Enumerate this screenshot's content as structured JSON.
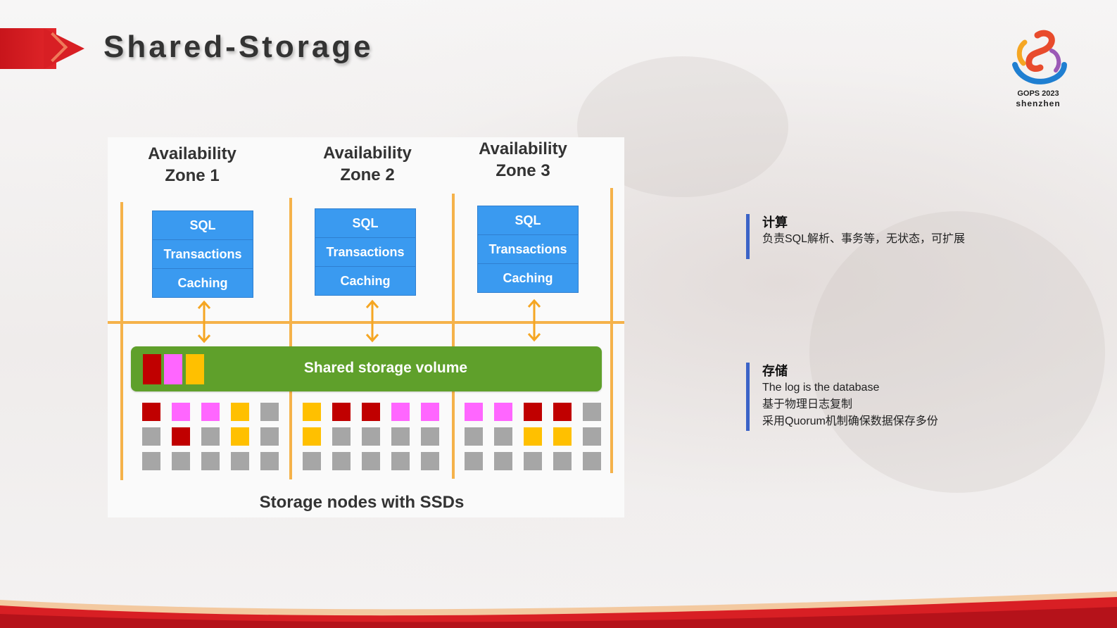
{
  "title": "Shared-Storage",
  "logo": {
    "line1": "GOPS 2023",
    "line2": "shenzhen"
  },
  "diagram": {
    "zones": [
      {
        "label": "Availability\nZone 1",
        "layers": [
          "SQL",
          "Transactions",
          "Caching"
        ]
      },
      {
        "label": "Availability\nZone 2",
        "layers": [
          "SQL",
          "Transactions",
          "Caching"
        ]
      },
      {
        "label": "Availability\nZone 3",
        "layers": [
          "SQL",
          "Transactions",
          "Caching"
        ]
      }
    ],
    "volume_label": "Shared storage volume",
    "volume_blocks": [
      "#c00000",
      "#ff66ff",
      "#ffc000"
    ],
    "storage_label": "Storage nodes with SSDs",
    "colors": {
      "red": "#c00000",
      "pink": "#ff66ff",
      "yellow": "#ffc000",
      "gray": "#a6a6a6"
    },
    "storage_grid": [
      [
        "red",
        "pink",
        "pink",
        "yellow",
        "gray",
        "yellow",
        "red",
        "red",
        "pink",
        "pink",
        "pink",
        "pink",
        "red",
        "red",
        "gray"
      ],
      [
        "gray",
        "red",
        "gray",
        "yellow",
        "gray",
        "yellow",
        "gray",
        "gray",
        "gray",
        "gray",
        "gray",
        "gray",
        "yellow",
        "yellow",
        "gray"
      ],
      [
        "gray",
        "gray",
        "gray",
        "gray",
        "gray",
        "gray",
        "gray",
        "gray",
        "gray",
        "gray",
        "gray",
        "gray",
        "gray",
        "gray",
        "gray"
      ]
    ]
  },
  "notes": [
    {
      "heading": "计算",
      "lines": [
        "负责SQL解析、事务等，无状态，可扩展"
      ]
    },
    {
      "heading": "存储",
      "lines": [
        "The log is the database",
        "基于物理日志复制",
        "采用Quorum机制确保数据保存多份"
      ]
    }
  ]
}
